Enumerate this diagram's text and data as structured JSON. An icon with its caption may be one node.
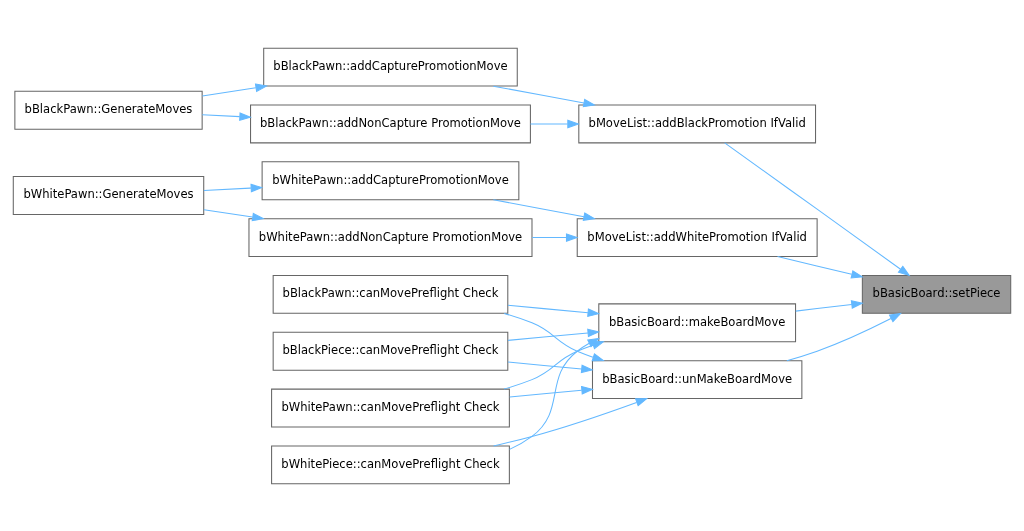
{
  "diagram": {
    "nodes": [
      {
        "text": [
          "bBasicBoard::setPiece"
        ]
      },
      {
        "text": [
          "bMoveList::addBlackPromotion IfValid"
        ]
      },
      {
        "text": [
          "bBlackPawn::addCapturePromotionMove"
        ]
      },
      {
        "text": [
          "bBlackPawn::GenerateMoves"
        ]
      },
      {
        "text": [
          "bBlackPawn::addNonCapture PromotionMove"
        ]
      },
      {
        "text": [
          "bMoveList::addWhitePromotion IfValid"
        ]
      },
      {
        "text": [
          "bWhitePawn::addCapturePromotionMove"
        ]
      },
      {
        "text": [
          "bWhitePawn::GenerateMoves"
        ]
      },
      {
        "text": [
          "bWhitePawn::addNonCapture PromotionMove"
        ]
      },
      {
        "text": [
          "bBasicBoard::makeBoardMove"
        ]
      },
      {
        "text": [
          "bWhitePawn::canMovePreflight Check"
        ]
      },
      {
        "text": [
          "bWhitePiece::canMovePreflight Check"
        ]
      },
      {
        "text": [
          "bBlackPawn::canMovePreflight Check"
        ]
      },
      {
        "text": [
          "bBlackPiece::canMovePreflight Check"
        ]
      },
      {
        "text": [
          "bBasicBoard::unMakeBoardMove"
        ]
      }
    ],
    "edges": [
      {
        "from": 3,
        "to": 2,
        "arrow": "to"
      },
      {
        "from": 3,
        "to": 4,
        "arrow": "to"
      },
      {
        "from": 2,
        "to": 1,
        "arrow": "to"
      },
      {
        "from": 4,
        "to": 1,
        "arrow": "to"
      },
      {
        "from": 1,
        "to": 0,
        "arrow": "to"
      },
      {
        "from": 7,
        "to": 6,
        "arrow": "to"
      },
      {
        "from": 7,
        "to": 8,
        "arrow": "to"
      },
      {
        "from": 6,
        "to": 5,
        "arrow": "to"
      },
      {
        "from": 8,
        "to": 5,
        "arrow": "to"
      },
      {
        "from": 5,
        "to": 0,
        "arrow": "to"
      },
      {
        "from": 9,
        "to": 0,
        "arrow": "to"
      },
      {
        "from": 14,
        "to": 0,
        "arrow": "to"
      },
      {
        "from": 10,
        "to": 9,
        "arrow": "to"
      },
      {
        "from": 10,
        "to": 14,
        "arrow": "to"
      },
      {
        "from": 11,
        "to": 9,
        "arrow": "to"
      },
      {
        "from": 11,
        "to": 14,
        "arrow": "to"
      },
      {
        "from": 12,
        "to": 9,
        "arrow": "to"
      },
      {
        "from": 12,
        "to": 14,
        "arrow": "to"
      },
      {
        "from": 13,
        "to": 9,
        "arrow": "to"
      },
      {
        "from": 13,
        "to": 14,
        "arrow": "to"
      }
    ]
  }
}
